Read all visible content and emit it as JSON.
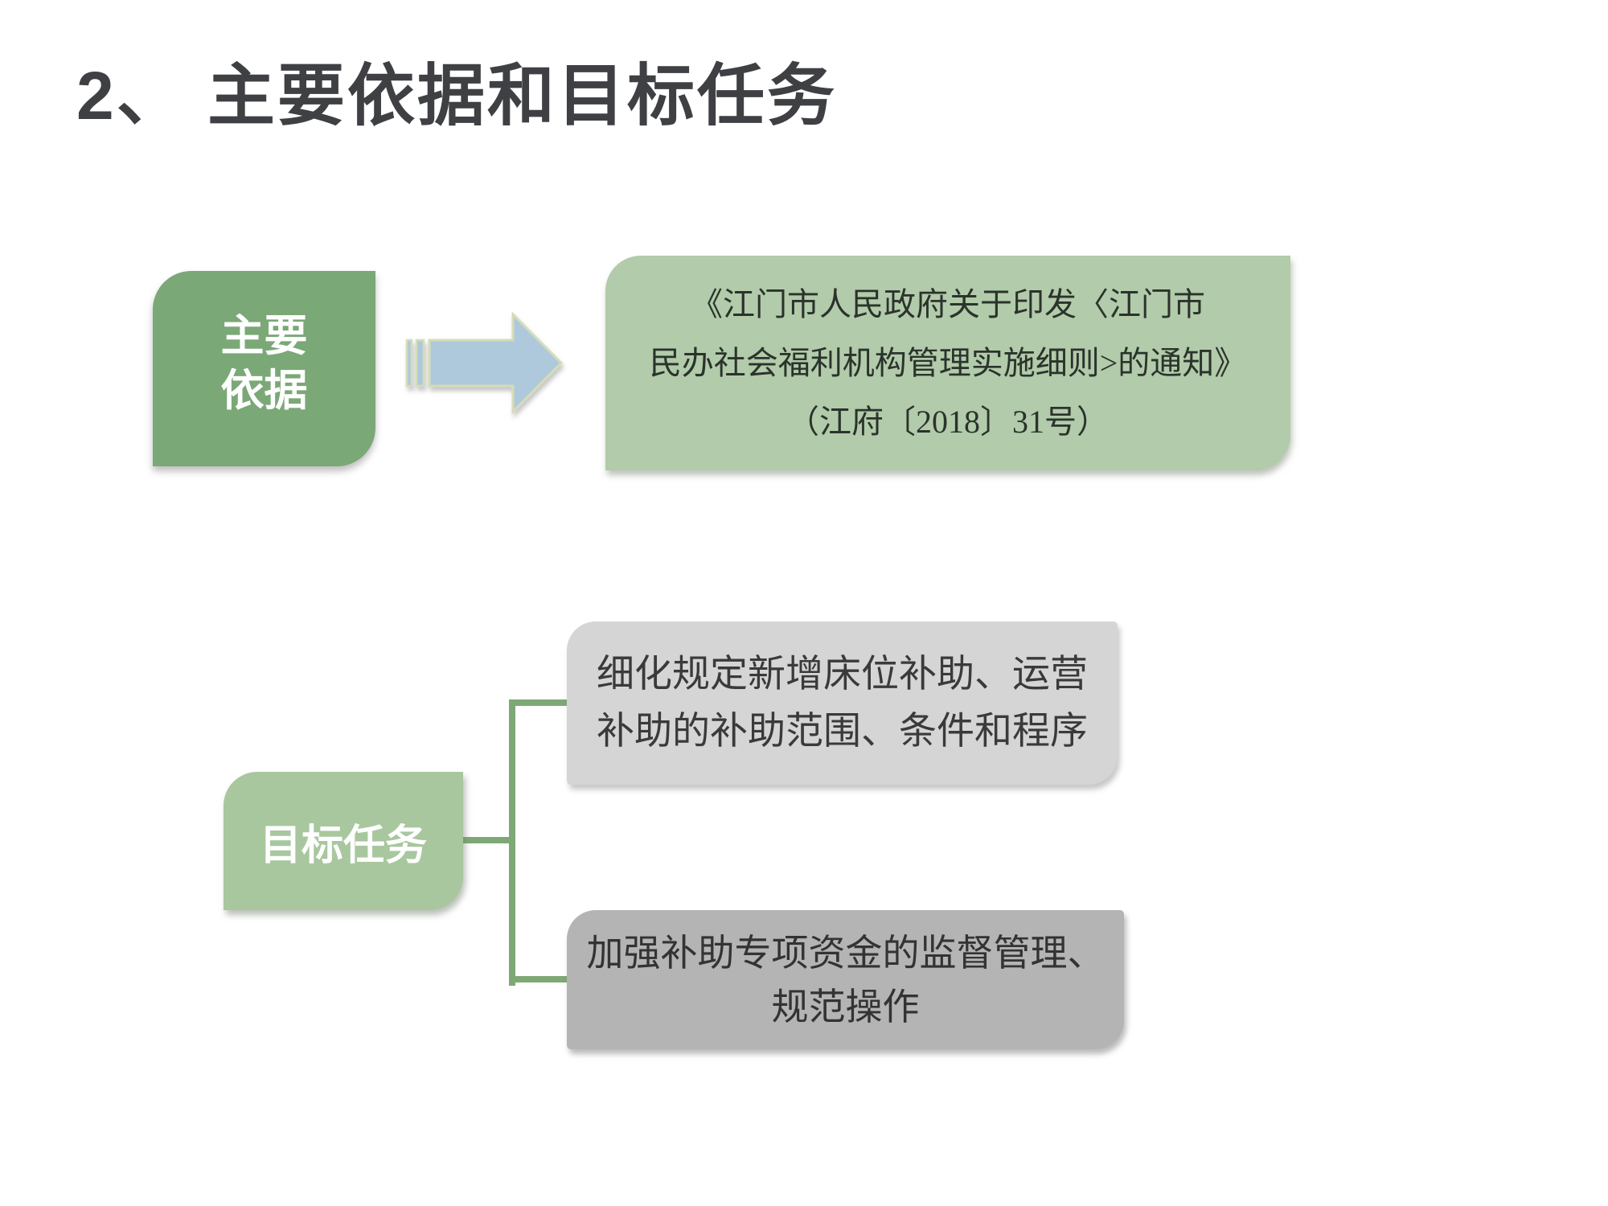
{
  "title": "2、 主要依据和目标任务",
  "flow": {
    "main_basis": {
      "line1": "主要",
      "line2": "依据"
    },
    "notice": {
      "line1": "《江门市人民政府关于印发〈江门市",
      "line2": "民办社会福利机构管理实施细则>的通知》",
      "line3": "（江府〔2018〕31号）"
    },
    "goal": {
      "label": "目标任务"
    },
    "tasks": [
      {
        "line1": "细化规定新增床位补助、运营",
        "line2": "补助的补助范围、条件和程序"
      },
      {
        "line1": "加强补助专项资金的监督管理、",
        "line2": "规范操作"
      }
    ]
  },
  "icons": {
    "arrow": "striped-right-arrow"
  },
  "colors": {
    "title_text": "#3E4043",
    "main_basis_fill": "#7AA876",
    "notice_fill": "#B2CBAA",
    "goal_fill": "#A8C79E",
    "task1_fill": "#D5D5D5",
    "task2_fill": "#B4B4B4",
    "connector": "#7EA876",
    "arrow_fill": "#AFC9DC",
    "arrow_outline": "#D6DCB8",
    "box_text_light": "#FFFFFF",
    "body_text_dark": "#333333"
  }
}
